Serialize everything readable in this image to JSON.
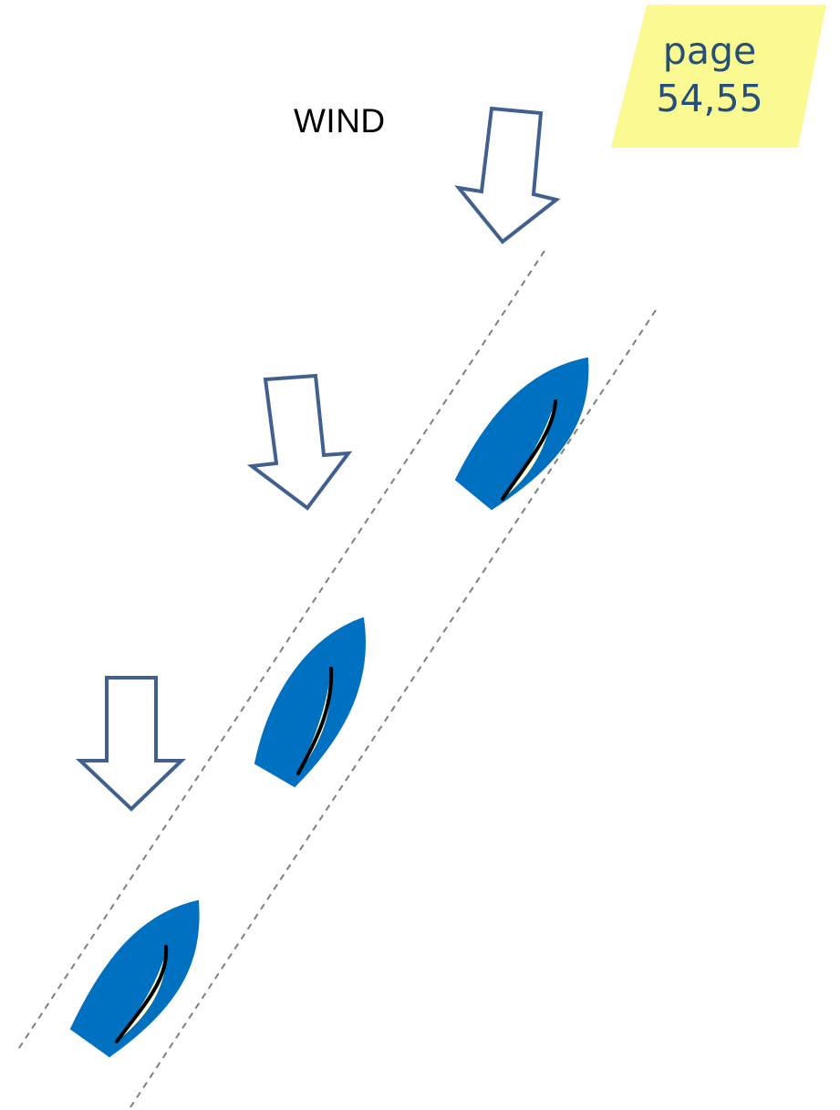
{
  "wind": {
    "label": "WIND"
  },
  "page_tag": {
    "line1": "page",
    "line2": "54,55",
    "background": "#fbf991",
    "text_color": "#244f7a"
  },
  "colors": {
    "arrow_stroke": "#41608e",
    "hull": "#0070c0",
    "sail": "#fffbd9",
    "sail_line": "#000000",
    "lane_line": "#7f7f7f"
  },
  "diagram": {
    "boats": 3,
    "wind_arrows": 3,
    "lane_lines": 2
  }
}
